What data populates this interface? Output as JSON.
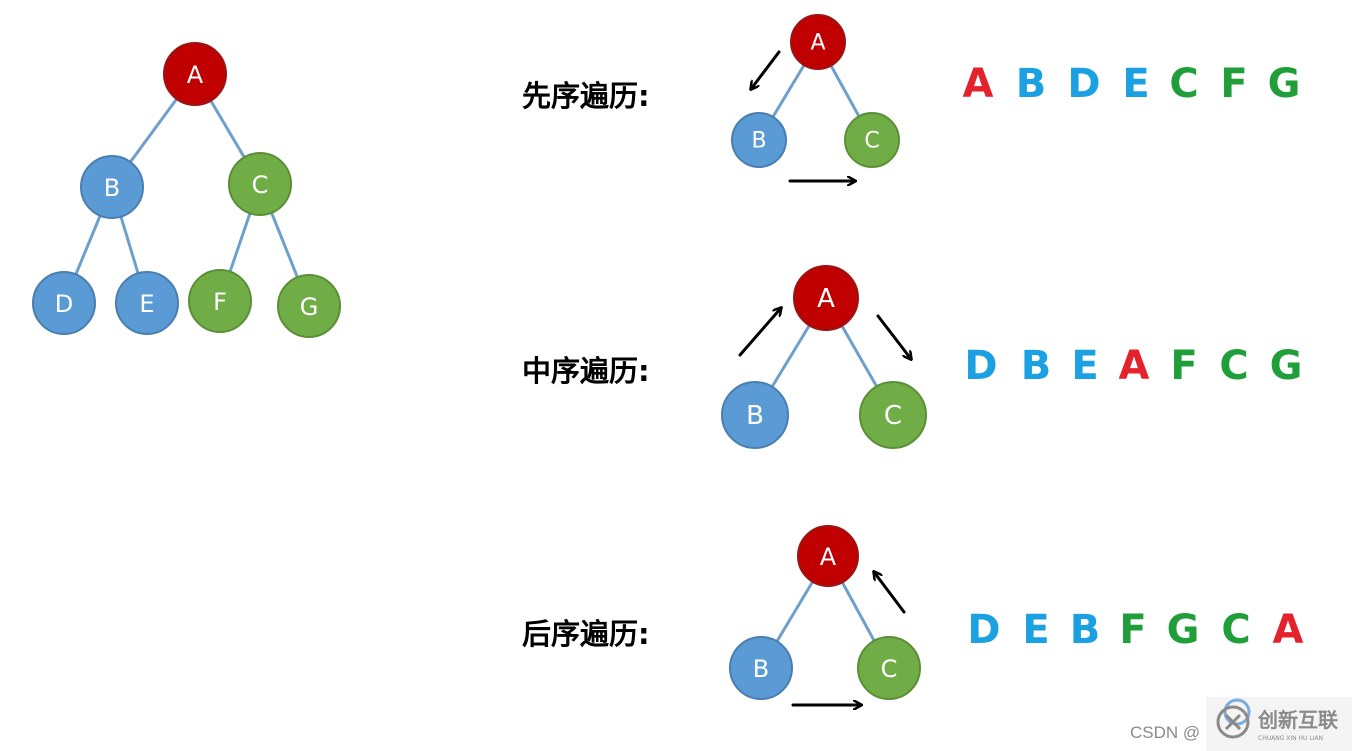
{
  "colors": {
    "root": "#C00000",
    "root_stroke": "#9A1414",
    "blue": "#5B9BD5",
    "blue_stroke": "#4A7EB0",
    "green": "#70AD47",
    "green_stroke": "#5A8F37",
    "edge": "#6F9FCB",
    "seq_red": "#E3222C",
    "seq_blue": "#1BA1E2",
    "seq_green": "#1F9E3A"
  },
  "full_tree": {
    "nodes": [
      {
        "id": "A",
        "label": "A",
        "color": "root"
      },
      {
        "id": "B",
        "label": "B",
        "color": "blue"
      },
      {
        "id": "C",
        "label": "C",
        "color": "green"
      },
      {
        "id": "D",
        "label": "D",
        "color": "blue"
      },
      {
        "id": "E",
        "label": "E",
        "color": "blue"
      },
      {
        "id": "F",
        "label": "F",
        "color": "green"
      },
      {
        "id": "G",
        "label": "G",
        "color": "green"
      }
    ],
    "edges": [
      [
        "A",
        "B"
      ],
      [
        "A",
        "C"
      ],
      [
        "B",
        "D"
      ],
      [
        "B",
        "E"
      ],
      [
        "C",
        "F"
      ],
      [
        "C",
        "G"
      ]
    ]
  },
  "traversals": [
    {
      "id": "preorder",
      "label": "先序遍历:",
      "mini_tree": {
        "root": "A",
        "left": "B",
        "right": "C"
      },
      "arrows": [
        "down-left",
        "right"
      ],
      "sequence": [
        {
          "letter": "A",
          "color": "seq_red"
        },
        {
          "letter": "B",
          "color": "seq_blue"
        },
        {
          "letter": "D",
          "color": "seq_blue"
        },
        {
          "letter": "E",
          "color": "seq_blue"
        },
        {
          "letter": "C",
          "color": "seq_green"
        },
        {
          "letter": "F",
          "color": "seq_green"
        },
        {
          "letter": "G",
          "color": "seq_green"
        }
      ]
    },
    {
      "id": "inorder",
      "label": "中序遍历:",
      "mini_tree": {
        "root": "A",
        "left": "B",
        "right": "C"
      },
      "arrows": [
        "up-right",
        "down-right"
      ],
      "sequence": [
        {
          "letter": "D",
          "color": "seq_blue"
        },
        {
          "letter": "B",
          "color": "seq_blue"
        },
        {
          "letter": "E",
          "color": "seq_blue"
        },
        {
          "letter": "A",
          "color": "seq_red"
        },
        {
          "letter": "F",
          "color": "seq_green"
        },
        {
          "letter": "C",
          "color": "seq_green"
        },
        {
          "letter": "G",
          "color": "seq_green"
        }
      ]
    },
    {
      "id": "postorder",
      "label": "后序遍历:",
      "mini_tree": {
        "root": "A",
        "left": "B",
        "right": "C"
      },
      "arrows": [
        "right",
        "up-left"
      ],
      "sequence": [
        {
          "letter": "D",
          "color": "seq_blue"
        },
        {
          "letter": "E",
          "color": "seq_blue"
        },
        {
          "letter": "B",
          "color": "seq_blue"
        },
        {
          "letter": "F",
          "color": "seq_green"
        },
        {
          "letter": "G",
          "color": "seq_green"
        },
        {
          "letter": "C",
          "color": "seq_green"
        },
        {
          "letter": "A",
          "color": "seq_red"
        }
      ]
    }
  ],
  "watermark": {
    "csdn_text": "CSDN @",
    "brand_text": "创新互联",
    "brand_sub": "CHUANG XIN HU LIAN",
    "icon": "brand-logo-icon"
  }
}
